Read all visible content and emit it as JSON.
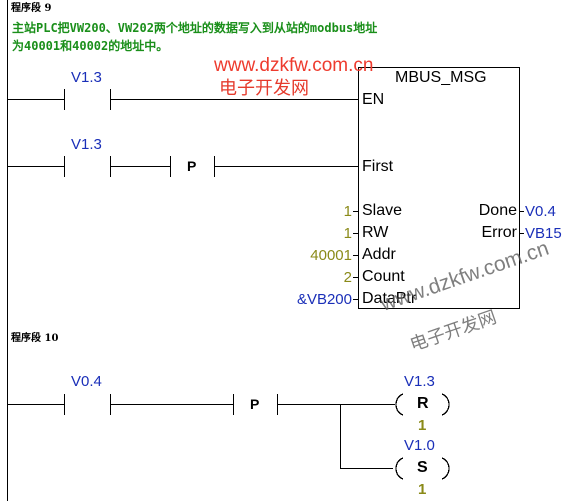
{
  "network9": {
    "title": "程序段 9",
    "comment_line1": "主站PLC把VW200、VW202两个地址的数据写入到从站的modbus地址",
    "comment_line2": "为40001和40002的地址中。",
    "rung1_contact": "V1.3",
    "rung2_contact": "V1.3",
    "rung2_edge": "P",
    "block": {
      "name": "MBUS_MSG",
      "en": "EN",
      "first": "First",
      "slave": "Slave",
      "rw": "RW",
      "addr": "Addr",
      "count": "Count",
      "dataptr": "DataPtr",
      "done": "Done",
      "error": "Error"
    },
    "values": {
      "slave": "1",
      "rw": "1",
      "addr": "40001",
      "count": "2",
      "dataptr": "&VB200",
      "done": "V0.4",
      "error": "VB15"
    }
  },
  "network10": {
    "title": "程序段 10",
    "contact": "V0.4",
    "edge": "P",
    "coil1": {
      "addr": "V1.3",
      "type": "R",
      "count": "1"
    },
    "coil2": {
      "addr": "V1.0",
      "type": "S",
      "count": "1"
    }
  },
  "watermarks": {
    "top_url": "www.dzkfw.com.cn",
    "top_name": "电子开发网",
    "mid_url": "www.dzkfw.com.cn",
    "mid_name": "电子开发网"
  },
  "colors": {
    "comment": "#1a8f1a",
    "address": "#1a2fb8",
    "constant": "#8a8a18",
    "watermark_red": "#ee3b2e"
  }
}
